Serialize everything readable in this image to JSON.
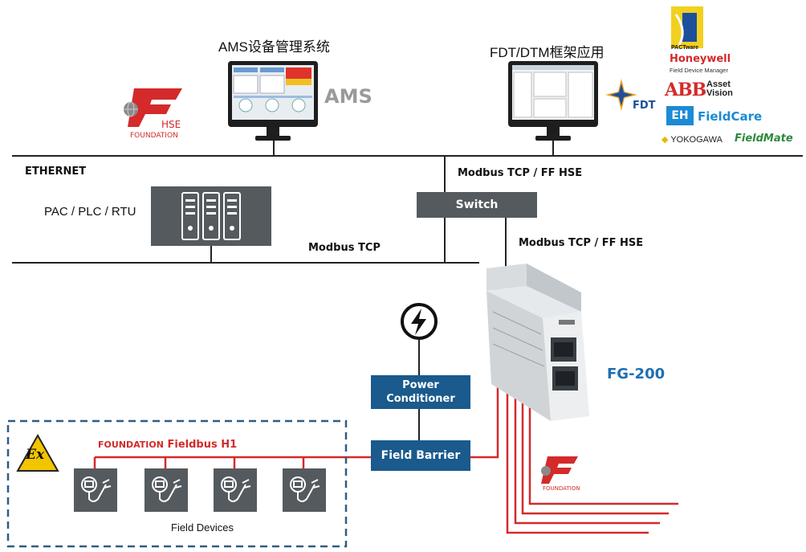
{
  "top": {
    "ams_title": "AMS设备管理系统",
    "ams_logo": "AMS",
    "fdt_title": "FDT/DTM框架应用",
    "fdt_logo": "FDT"
  },
  "hse_logo": {
    "main": "HSE",
    "sub": "FOUNDATION"
  },
  "vendor_logos": {
    "pactware": "PACTware",
    "honeywell": "Honeywell",
    "honeywell_sub": "Field Device Manager",
    "abb": "ABB",
    "abb_sub1": "Asset",
    "abb_sub2": "Vision",
    "eh": "EH",
    "fieldcare": "FieldCare",
    "yokogawa": "YOKOGAWA",
    "fieldmate": "FieldMate"
  },
  "network": {
    "ethernet": "ETHERNET",
    "pac": "PAC / PLC / RTU",
    "modbus_tcp": "Modbus TCP",
    "modbus_ff_top": "Modbus TCP / FF HSE",
    "switch": "Switch",
    "modbus_ff_mid": "Modbus TCP / FF HSE"
  },
  "device": {
    "fg200": "FG-200",
    "power_conditioner_1": "Power",
    "power_conditioner_2": "Conditioner",
    "field_barrier": "Field Barrier"
  },
  "fieldbus": {
    "h1_label_a": "FOUNDATION",
    "h1_label_b": " Fieldbus H1",
    "field_devices": "Field Devices",
    "ex_mark": "Ex",
    "foundation_logo_sub": "FOUNDATION"
  },
  "colors": {
    "line": "#222222",
    "fieldbus_red": "#d42a2a",
    "dark_box": "#555a5e",
    "blue_box": "#1a5a8c",
    "fg200_text": "#1f6fb2",
    "dashed_border": "#2c5d86"
  }
}
